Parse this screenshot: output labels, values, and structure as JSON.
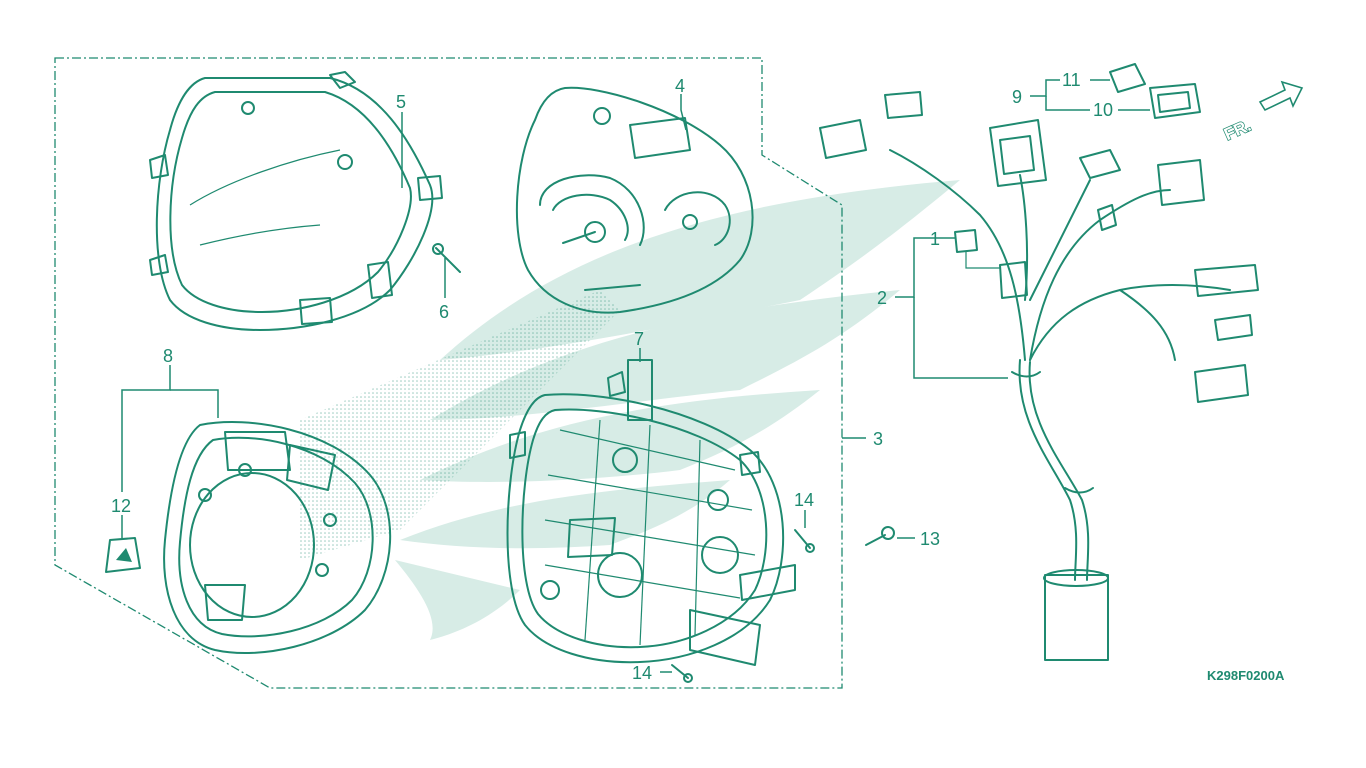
{
  "diagram": {
    "callouts": [
      {
        "id": "c1",
        "text": "1"
      },
      {
        "id": "c2",
        "text": "2"
      },
      {
        "id": "c3",
        "text": "3"
      },
      {
        "id": "c4",
        "text": "4"
      },
      {
        "id": "c5",
        "text": "5"
      },
      {
        "id": "c6",
        "text": "6"
      },
      {
        "id": "c7",
        "text": "7"
      },
      {
        "id": "c8",
        "text": "8"
      },
      {
        "id": "c9",
        "text": "9"
      },
      {
        "id": "c10",
        "text": "10"
      },
      {
        "id": "c11",
        "text": "11"
      },
      {
        "id": "c12",
        "text": "12"
      },
      {
        "id": "c13",
        "text": "13"
      },
      {
        "id": "c14a",
        "text": "14"
      },
      {
        "id": "c14b",
        "text": "14"
      }
    ],
    "direction_label": "FR.",
    "figure_code": "K298F0200A",
    "line_color": "#1f8a70",
    "watermark_color": "#d7ece6"
  }
}
